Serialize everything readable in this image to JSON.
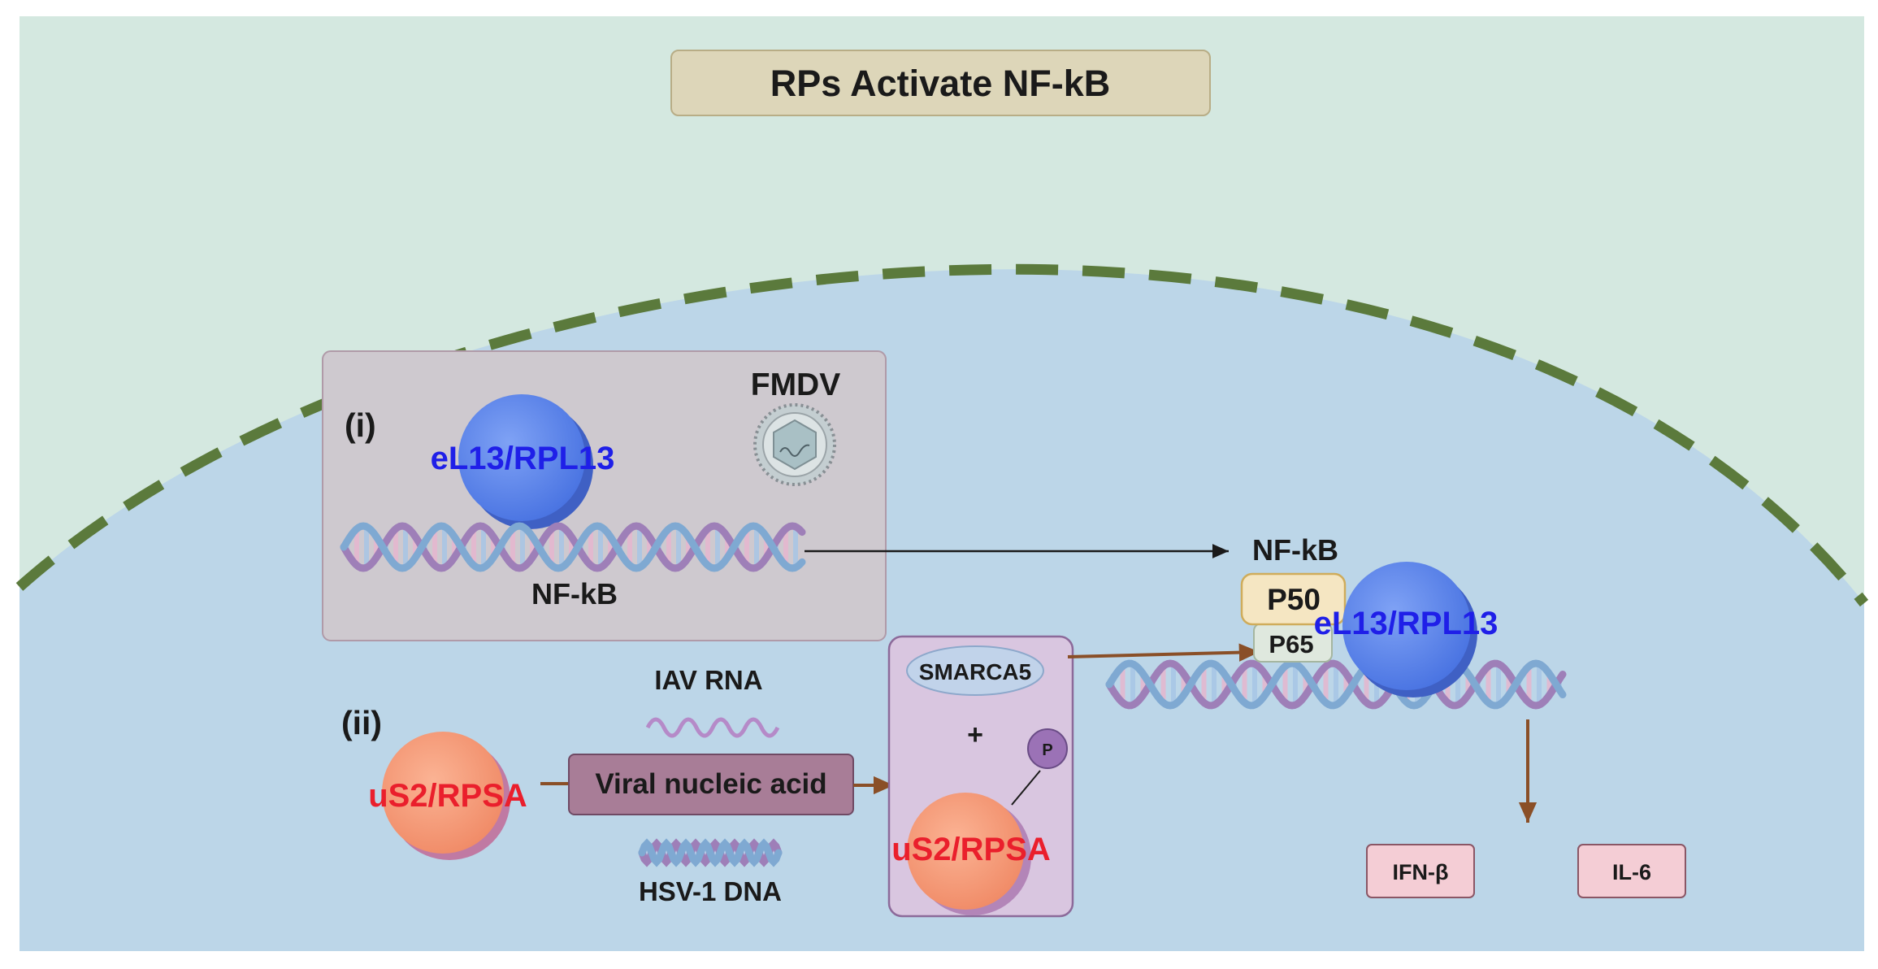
{
  "title": "RPs Activate NF-kB",
  "panel_i": {
    "label": "(i)",
    "protein": "eL13/RPL13",
    "virus": "FMDV",
    "gene": "NF-kB"
  },
  "panel_ii": {
    "label": "(ii)",
    "protein_left": "uS2/RPSA",
    "viral_box": "Viral nucleic acid",
    "rna_label": "IAV RNA",
    "dna_label": "HSV-1 DNA",
    "smarca5": "SMARCA5",
    "plus": "+",
    "phospho": "P",
    "protein_complex": "uS2/RPSA"
  },
  "nfkb_complex": {
    "label": "NF-kB",
    "p50": "P50",
    "p65": "P65",
    "protein": "eL13/RPL13"
  },
  "outputs": [
    "IFN-β",
    "IL-6"
  ],
  "colors": {
    "extracellular": "#d4e8e0",
    "cytoplasm": "#bcd6e8",
    "membrane": "#5b7a3c",
    "title_box": "#ddd6b9",
    "panel_i_bg": "#cec9cf",
    "complex_box": "#d9c6e0",
    "viral_box": "#a87d97",
    "blue_protein": "#5b84ea",
    "orange_protein": "#f59b79",
    "red_text": "#ea1f2c",
    "blue_text": "#1f1fe8",
    "brown_arrow": "#8a4f27",
    "output_box": "#f4cdd5"
  }
}
